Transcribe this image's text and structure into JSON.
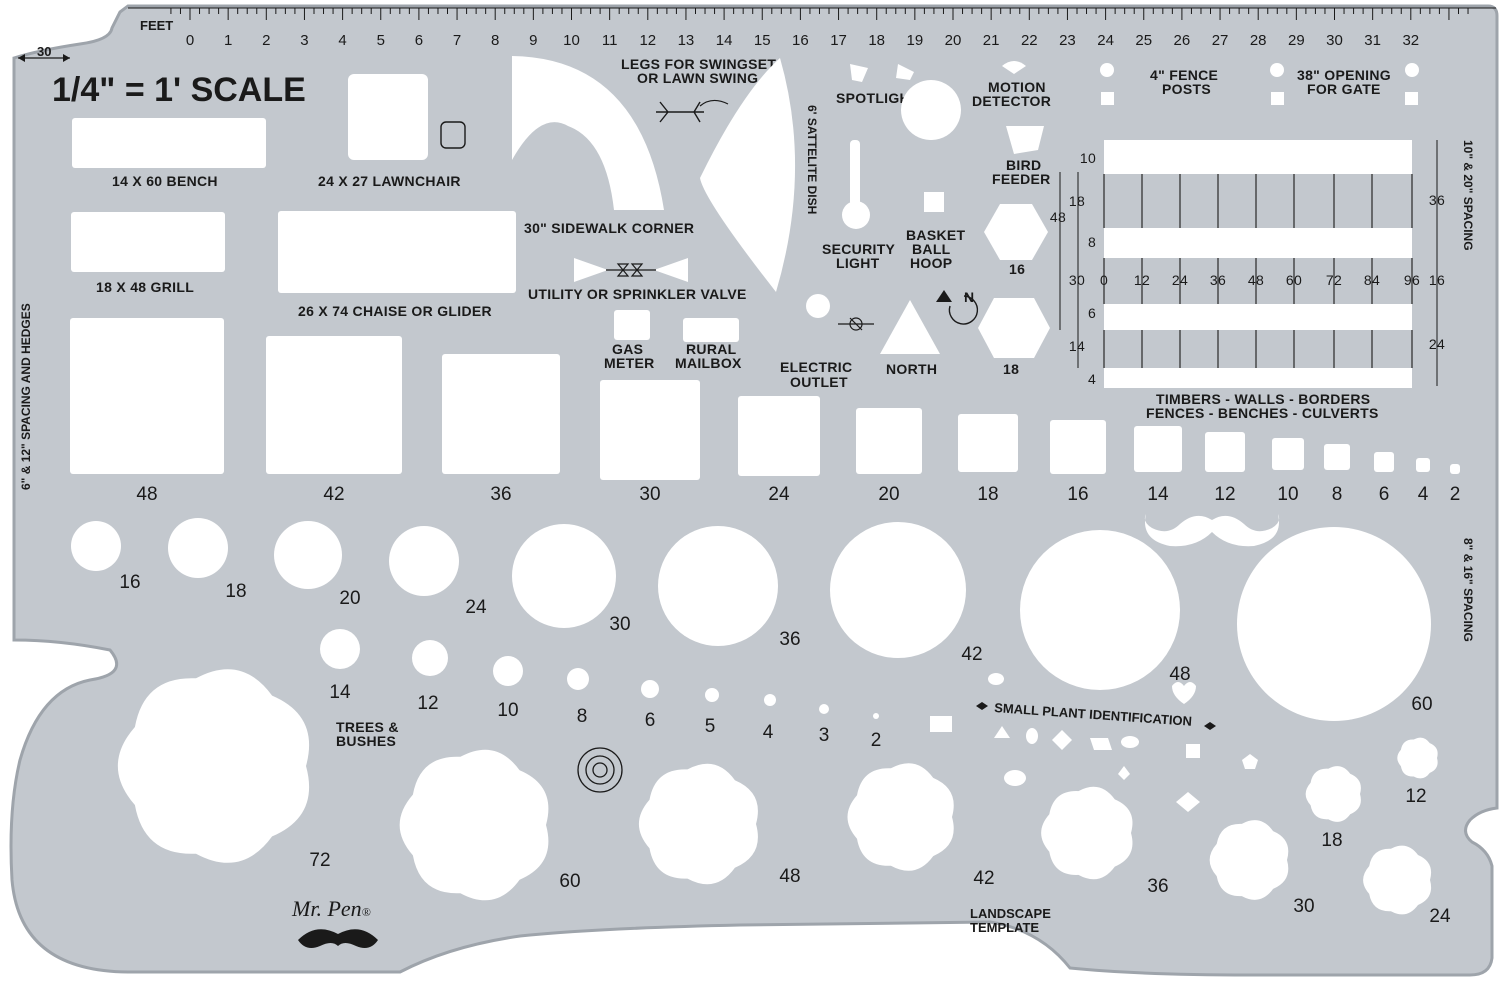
{
  "product": {
    "brand": "Mr. Pen",
    "brand_mark": "®",
    "template_name_line1": "LANDSCAPE",
    "template_name_line2": "TEMPLATE",
    "scale": "1/4\" = 1' SCALE",
    "colors": {
      "plate": "#c3c8ce",
      "plate_edge": "#9ea4ab",
      "cutout": "#ffffff",
      "ink": "#1a1a1a"
    }
  },
  "ruler": {
    "unit_label": "FEET",
    "ticks": [
      "0",
      "1",
      "2",
      "3",
      "4",
      "5",
      "6",
      "7",
      "8",
      "9",
      "10",
      "11",
      "12",
      "13",
      "14",
      "15",
      "16",
      "17",
      "18",
      "19",
      "20",
      "21",
      "22",
      "23",
      "24",
      "25",
      "26",
      "27",
      "28",
      "29",
      "30",
      "31",
      "32"
    ],
    "left_gauge": "30"
  },
  "side_labels": {
    "left": "6\" & 12\" SPACING AND HEDGES",
    "right_top": "10\" & 20\" SPACING",
    "right_bottom": "8\" & 16\" SPACING",
    "dish": "6' SATTELITE DISH"
  },
  "furniture": {
    "bench": "14 X 60  BENCH",
    "lawnchair": "24 X 27 LAWNCHAIR",
    "grill": "18 X 48  GRILL",
    "chaise": "26 X 74  CHAISE OR GLIDER",
    "swing_line1": "LEGS FOR SWINGSET",
    "swing_line2": "OR LAWN SWING",
    "sidewalk": "30\" SIDEWALK CORNER",
    "valve": "UTILITY OR SPRINKLER VALVE",
    "gas_line1": "GAS",
    "gas_line2": "METER",
    "mail_line1": "RURAL",
    "mail_line2": "MAILBOX",
    "outlet_line1": "ELECTRIC",
    "outlet_line2": "OUTLET",
    "spotlights": "SPOTLIGHTS",
    "motion_line1": "MOTION",
    "motion_line2": "DETECTOR",
    "security_line1": "SECURITY",
    "security_line2": "LIGHT",
    "hoop_line1": "BASKET",
    "hoop_line2": "BALL",
    "hoop_line3": "HOOP",
    "feeder_line1": "BIRD",
    "feeder_line2": "FEEDER",
    "north": "NORTH",
    "north_mark": "N",
    "hex_small": "16",
    "hex_large": "18",
    "fence_line1": "4\" FENCE",
    "fence_line2": "POSTS",
    "gate_line1": "38\" OPENING",
    "gate_line2": "FOR GATE"
  },
  "timbers": {
    "caption_line1": "TIMBERS - WALLS - BORDERS",
    "caption_line2": "FENCES - BENCHES - CULVERTS",
    "scale_ticks": [
      "0",
      "12",
      "24",
      "36",
      "48",
      "60",
      "72",
      "84",
      "96"
    ],
    "left_dims": [
      "10",
      "18",
      "48",
      "8",
      "30",
      "6",
      "14",
      "4"
    ],
    "right_dims": [
      "36",
      "16",
      "24"
    ]
  },
  "squares": [
    "48",
    "42",
    "36",
    "30",
    "24",
    "20",
    "18",
    "16",
    "14",
    "12",
    "10",
    "8",
    "6",
    "4",
    "2"
  ],
  "circles": [
    "16",
    "18",
    "20",
    "24",
    "30",
    "36",
    "42",
    "48",
    "60"
  ],
  "small_circles": [
    "14",
    "12",
    "10",
    "8",
    "6",
    "5",
    "4",
    "3",
    "2"
  ],
  "trees": {
    "label_line1": "TREES &",
    "label_line2": "BUSHES",
    "sizes": [
      "72",
      "60",
      "48",
      "42",
      "36",
      "30",
      "24",
      "18",
      "12"
    ]
  },
  "plants": {
    "label": "SMALL PLANT IDENTIFICATION"
  }
}
